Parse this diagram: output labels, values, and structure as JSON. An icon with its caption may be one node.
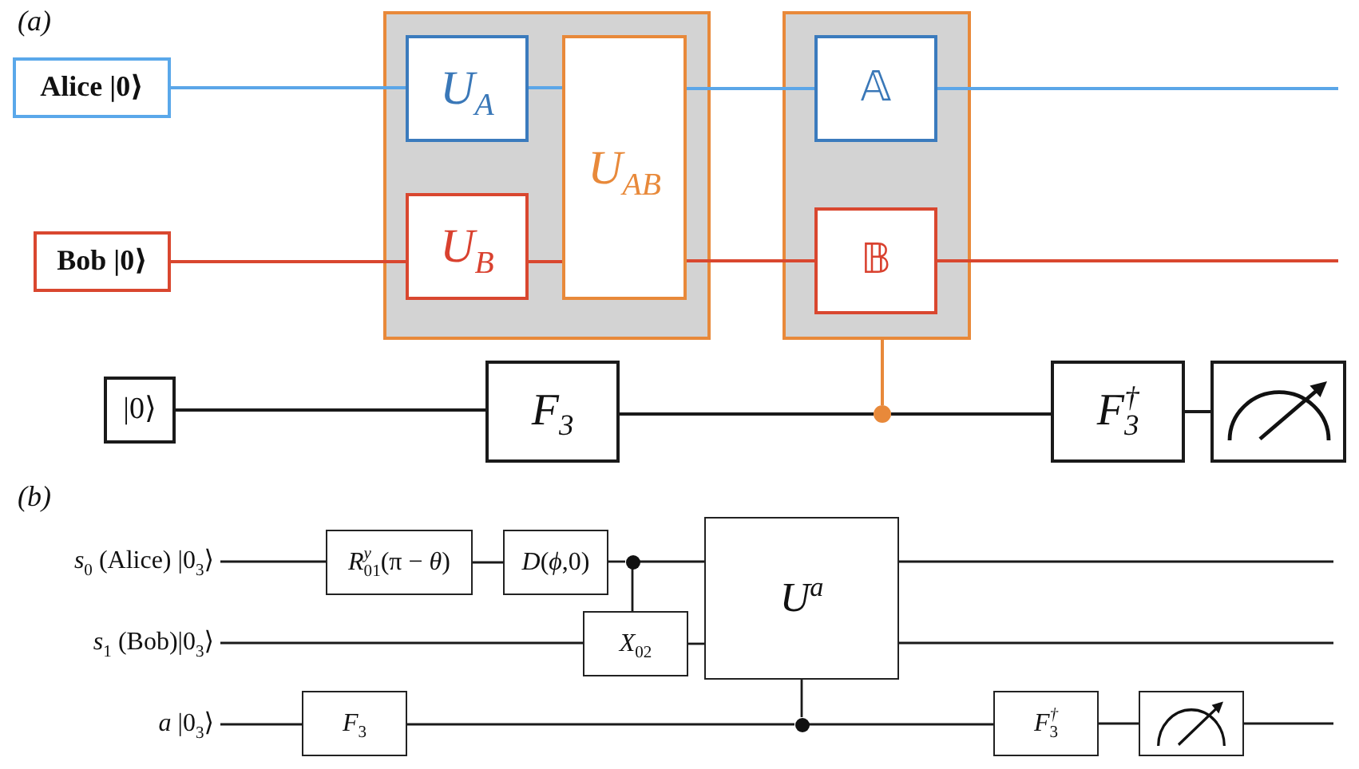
{
  "diagram": {
    "nodes": [
      {
        "text": [
          "Alice |0⟩"
        ]
      },
      {
        "text": [],
        "shape": "box"
      },
      {
        "text": [
          "U$_{A}$"
        ],
        "in": 1
      },
      {
        "text": [
          "U$_{AB}$"
        ],
        "in": 1
      },
      {
        "text": [
          "U$_{B}$"
        ],
        "in": 1
      },
      {
        "text": [],
        "shape": "box"
      },
      {
        "text": [
          "𝔸"
        ],
        "in": 5
      },
      {
        "text": [
          "𝔹"
        ],
        "in": 5
      },
      {
        "text": [
          "Bob |0⟩"
        ]
      },
      {
        "text": [
          "|0⟩"
        ]
      },
      {
        "text": [
          "F$_{3}$"
        ]
      },
      {
        "text": [],
        "shape": "circle"
      },
      {
        "text": [
          "F$^{†}$$_{3}$"
        ]
      },
      {
        "text": [],
        "shape": "picture"
      },
      {
        "text": [
          "*s*$_{0}$ (Alice) |0$_{3}$⟩"
        ]
      },
      {
        "text": [
          "*R*$^{y}$$_{01}$(π − *θ*)"
        ]
      },
      {
        "text": [
          "*D*(*ϕ*,0)"
        ]
      },
      {
        "text": [],
        "shape": "circle"
      },
      {
        "text": [
          "*U*$^{a}$"
        ]
      },
      {
        "text": [
          "*s*$_{1}$ (Bob)|0$_{3}$⟩"
        ]
      },
      {
        "text": [
          "*X*$_{02}$"
        ]
      },
      {
        "text": [
          "*a* |0$_{3}$⟩"
        ]
      },
      {
        "text": [
          "*F*$_{3}$"
        ]
      },
      {
        "text": [],
        "shape": "circle"
      },
      {
        "text": [
          "*F*$^{†}$$_{3}$"
        ]
      },
      {
        "text": [],
        "shape": "picture"
      }
    ],
    "edges": [
      {
        "from": 0,
        "to": 2,
        "arrow": "none",
        "color": "#5ba6e8"
      },
      {
        "from": 2,
        "to": 3,
        "arrow": "none",
        "color": "#5ba6e8"
      },
      {
        "from": 3,
        "to": 6,
        "arrow": "none",
        "color": "#5ba6e8"
      },
      {
        "from": 6,
        "to": null,
        "arrow": "none",
        "color": "#5ba6e8"
      },
      {
        "from": 8,
        "to": 4,
        "arrow": "none",
        "color": "#d9472f"
      },
      {
        "from": 4,
        "to": 3,
        "arrow": "none",
        "color": "#d9472f"
      },
      {
        "from": 3,
        "to": 7,
        "arrow": "none",
        "color": "#d9472f"
      },
      {
        "from": 7,
        "to": null,
        "arrow": "none",
        "color": "#d9472f"
      },
      {
        "from": 9,
        "to": 10,
        "arrow": "none"
      },
      {
        "from": 10,
        "to": 11,
        "arrow": "none"
      },
      {
        "from": 11,
        "to": 12,
        "arrow": "none"
      },
      {
        "from": 12,
        "to": 13,
        "arrow": "none"
      },
      {
        "from": 5,
        "to": 11,
        "arrow": "none",
        "color": "#e8893a"
      },
      {
        "from": 14,
        "to": 15,
        "arrow": "none"
      },
      {
        "from": 15,
        "to": 16,
        "arrow": "none"
      },
      {
        "from": 16,
        "to": 17,
        "arrow": "none"
      },
      {
        "from": 17,
        "to": 18,
        "arrow": "none"
      },
      {
        "from": 18,
        "to": null,
        "arrow": "none"
      },
      {
        "from": 17,
        "to": 20,
        "arrow": "none"
      },
      {
        "from": 19,
        "to": 20,
        "arrow": "none"
      },
      {
        "from": 20,
        "to": 18,
        "arrow": "none"
      },
      {
        "from": 18,
        "to": null,
        "arrow": "none"
      },
      {
        "from": 21,
        "to": 22,
        "arrow": "none"
      },
      {
        "from": 22,
        "to": 23,
        "arrow": "none"
      },
      {
        "from": 23,
        "to": 24,
        "arrow": "none"
      },
      {
        "from": 24,
        "to": 25,
        "arrow": "none"
      },
      {
        "from": 25,
        "to": null,
        "arrow": "none"
      },
      {
        "from": 23,
        "to": 18,
        "arrow": "none"
      }
    ],
    "labels": [
      "(a)",
      "(b)"
    ]
  }
}
